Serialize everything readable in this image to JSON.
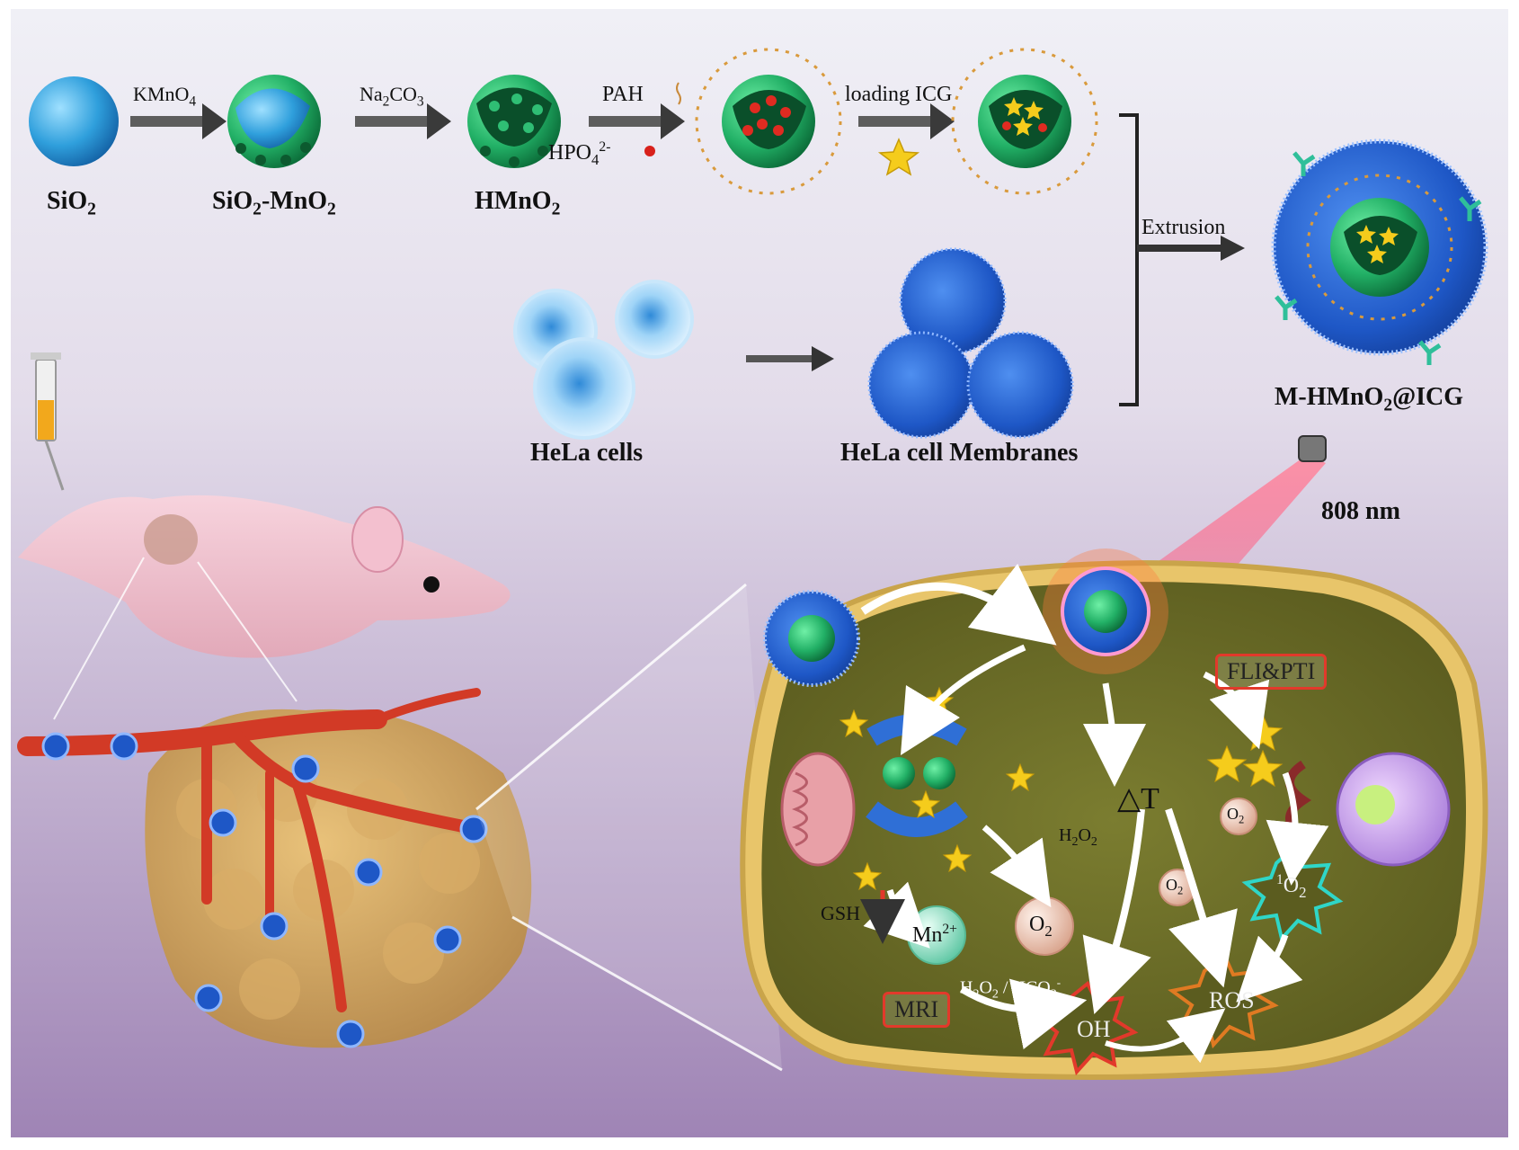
{
  "colors": {
    "bg_top": "#ececf4",
    "bg_bottom": "#a48bb8",
    "silica": "#3aa6dd",
    "mno2_shell": "#27b36a",
    "membrane": "#2f6fd6",
    "pah_chain": "#d99a3c",
    "icg_star": "#f5cc1c",
    "blood_vessel": "#d23a26",
    "tumor": "#cfa463",
    "cell_cytoplasm": "#74762b",
    "laser": "#f04a6a",
    "label_box": "#e2392b"
  },
  "synthesis": {
    "sio2": "SiO",
    "sio2_sub": "2",
    "kmno4": "KMnO",
    "kmno4_sub": "4",
    "sio2_mno2_a": "SiO",
    "sio2_mno2_sub1": "2",
    "sio2_mno2_b": "-MnO",
    "sio2_mno2_sub2": "2",
    "na2co3_a": "Na",
    "na2co3_sub1": "2",
    "na2co3_b": "CO",
    "na2co3_sub2": "3",
    "hmno2": "HMnO",
    "hmno2_sub": "2",
    "pah": "PAH",
    "hpo4": "HPO",
    "hpo4_sub": "4",
    "hpo4_sup": "2-",
    "loading_icg": "loading ICG",
    "extrusion": "Extrusion",
    "product_a": "M-HMnO",
    "product_sub": "2",
    "product_b": "@ICG",
    "hela_cells": "HeLa cells",
    "hela_membranes": "HeLa cell Membranes"
  },
  "therapy": {
    "laser": "808 nm",
    "fli_pti": "FLI&PTI",
    "delta_t": "△T",
    "h2o2_a": "H",
    "h2o2_sub1": "2",
    "h2o2_b": "O",
    "h2o2_sub2": "2",
    "gsh": "GSH",
    "mn": "Mn",
    "mn_sup": "2+",
    "o2": "O",
    "o2_sub": "2",
    "singlet_sup": "1",
    "singlet": "O",
    "singlet_sub": "2",
    "mri": "MRI",
    "h2o2_hco3_a": "H",
    "h2o2_hco3_sub1": "2",
    "h2o2_hco3_b": "O",
    "h2o2_hco3_sub2": "2",
    "h2o2_hco3_c": " / HCO",
    "h2o2_hco3_sub3": "3",
    "h2o2_hco3_sup": "-",
    "oh": "OH",
    "ros": "ROS"
  }
}
